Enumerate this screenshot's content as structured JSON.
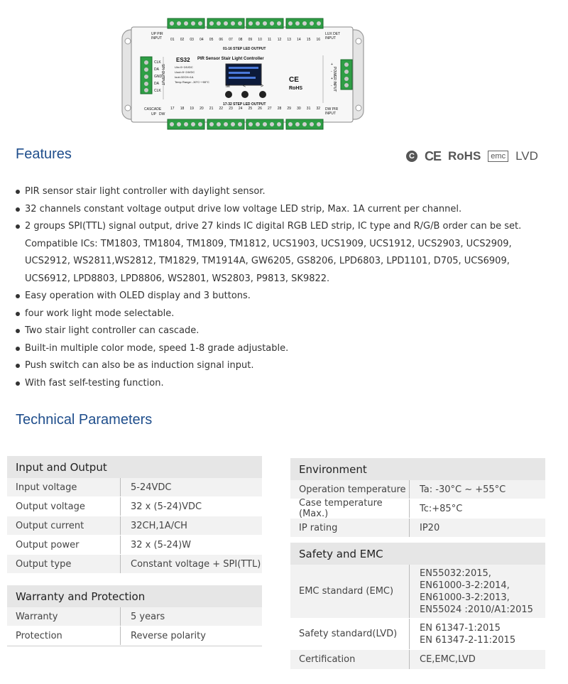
{
  "device": {
    "model": "ES32",
    "name": "PIR Sensor Stair Light Controller",
    "up_pir_input": "UP PIR INPUT",
    "lux_det_input": "LUX DET INPUT",
    "dw_pir_input": "DW PIR INPUT",
    "cascade": "CASCADE",
    "cascade_pins": [
      "UP",
      "DW"
    ],
    "output_top_label": "01-16 STEP LED OUTPUT",
    "output_bottom_label": "17-32 STEP LED OUTPUT",
    "spi_output": "SPI OUTPUT",
    "spi_pins": [
      "CLK",
      "DA",
      "GND",
      "DA",
      "CLK"
    ],
    "power_input": "POWER INPUT",
    "power_pins": [
      "+",
      "-",
      "+",
      "-"
    ],
    "top_channels": [
      "01",
      "02",
      "03",
      "04",
      "05",
      "06",
      "07",
      "08",
      "09",
      "10",
      "11",
      "12",
      "13",
      "14",
      "15",
      "16"
    ],
    "bottom_channels": [
      "17",
      "18",
      "19",
      "20",
      "21",
      "22",
      "23",
      "24",
      "25",
      "26",
      "27",
      "28",
      "29",
      "30",
      "31",
      "32"
    ],
    "spec_lines": [
      "Uin=5~24VDC",
      "Uout=5~24VDC",
      "Iout=32CH×1A",
      "Temp Range: -30°C~+55°C"
    ],
    "buttons": [
      "M",
      "<",
      ">"
    ],
    "marks": [
      "CE",
      "RoHS"
    ]
  },
  "features": {
    "title": "Features",
    "cert_logos": [
      "C",
      "CE",
      "RoHS",
      "emc",
      "LVD"
    ],
    "items": [
      {
        "text": "PIR sensor stair light controller with daylight sensor."
      },
      {
        "text": "32 channels constant voltage output drive low voltage LED strip, Max. 1A current per channel."
      },
      {
        "text": "2 groups SPI(TTL) signal output, drive 27 kinds IC digital RGB LED strip, IC type and R/G/B order can be set.",
        "sub": "Compatible ICs: TM1803, TM1804, TM1809, TM1812, UCS1903, UCS1909, UCS1912, UCS2903, UCS2909, UCS2912, WS2811,WS2812, TM1829, TM1914A, GW6205, GS8206, LPD6803, LPD1101, D705, UCS6909, UCS6912, LPD8803, LPD8806, WS2801, WS2803, P9813, SK9822."
      },
      {
        "text": "Easy operation with OLED display and 3 buttons."
      },
      {
        "text": "four work light mode selectable."
      },
      {
        "text": "Two stair light controller can cascade."
      },
      {
        "text": "Built-in multiple color mode, speed 1-8 grade adjustable."
      },
      {
        "text": "Push switch can also be as induction signal input."
      },
      {
        "text": "With fast self-testing function."
      }
    ]
  },
  "tech": {
    "title": "Technical Parameters",
    "input_output": {
      "header": "Input and Output",
      "rows": [
        {
          "k": "Input voltage",
          "v": "5-24VDC"
        },
        {
          "k": "Output voltage",
          "v": "32 x (5-24)VDC"
        },
        {
          "k": "Output current",
          "v": "32CH,1A/CH"
        },
        {
          "k": "Output power",
          "v": "32 x (5-24)W"
        },
        {
          "k": "Output type",
          "v": "Constant voltage + SPI(TTL)"
        }
      ]
    },
    "warranty": {
      "header": "Warranty and Protection",
      "rows": [
        {
          "k": "Warranty",
          "v": "5 years"
        },
        {
          "k": "Protection",
          "v": "Reverse polarity"
        }
      ]
    },
    "environment": {
      "header": "Environment",
      "rows": [
        {
          "k": "Operation temperature",
          "v": "Ta: -30°C ~ +55°C"
        },
        {
          "k": "Case temperature (Max.)",
          "v": "Tc:+85°C"
        },
        {
          "k": "IP rating",
          "v": "IP20"
        }
      ]
    },
    "safety": {
      "header": "Safety and EMC",
      "emc_label": "EMC standard (EMC)",
      "emc_values": [
        "EN55032:2015,",
        "EN61000-3-2:2014,",
        "EN61000-3-2:2013,",
        "EN55024 :2010/A1:2015"
      ],
      "lvd_label": "Safety standard(LVD)",
      "lvd_values": [
        "EN 61347-1:2015",
        "EN 61347-2-11:2015"
      ],
      "cert_label": "Certification",
      "cert_value": "CE,EMC,LVD"
    }
  }
}
